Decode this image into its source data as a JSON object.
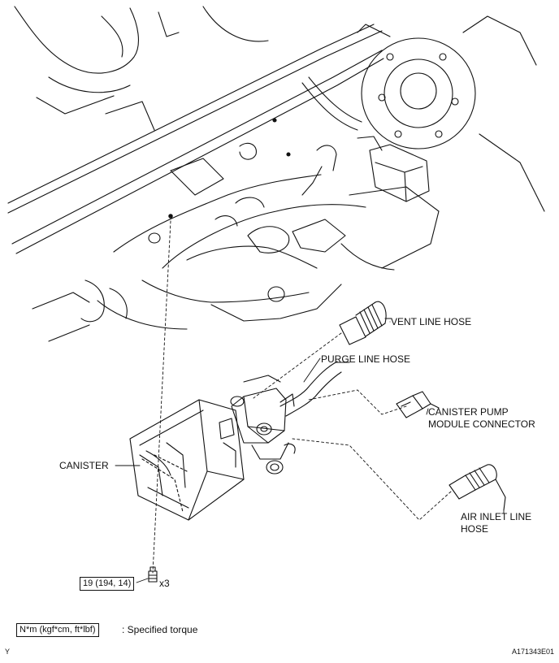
{
  "labels": {
    "vent_line_hose": "VENT LINE HOSE",
    "purge_line_hose": "PURGE LINE HOSE",
    "canister_pump_line1": "CANISTER PUMP",
    "canister_pump_line2": "MODULE CONNECTOR",
    "canister": "CANISTER",
    "air_inlet_line1": "AIR INLET LINE",
    "air_inlet_line2": "HOSE",
    "torque_value": "19 (194, 14)",
    "bolt_count": "x3"
  },
  "legend": {
    "unit_box": "N*m (kgf*cm, ft*lbf)",
    "description": ": Specified torque"
  },
  "footer": {
    "left_mark": "Y",
    "figure_code": "A171343E01"
  }
}
